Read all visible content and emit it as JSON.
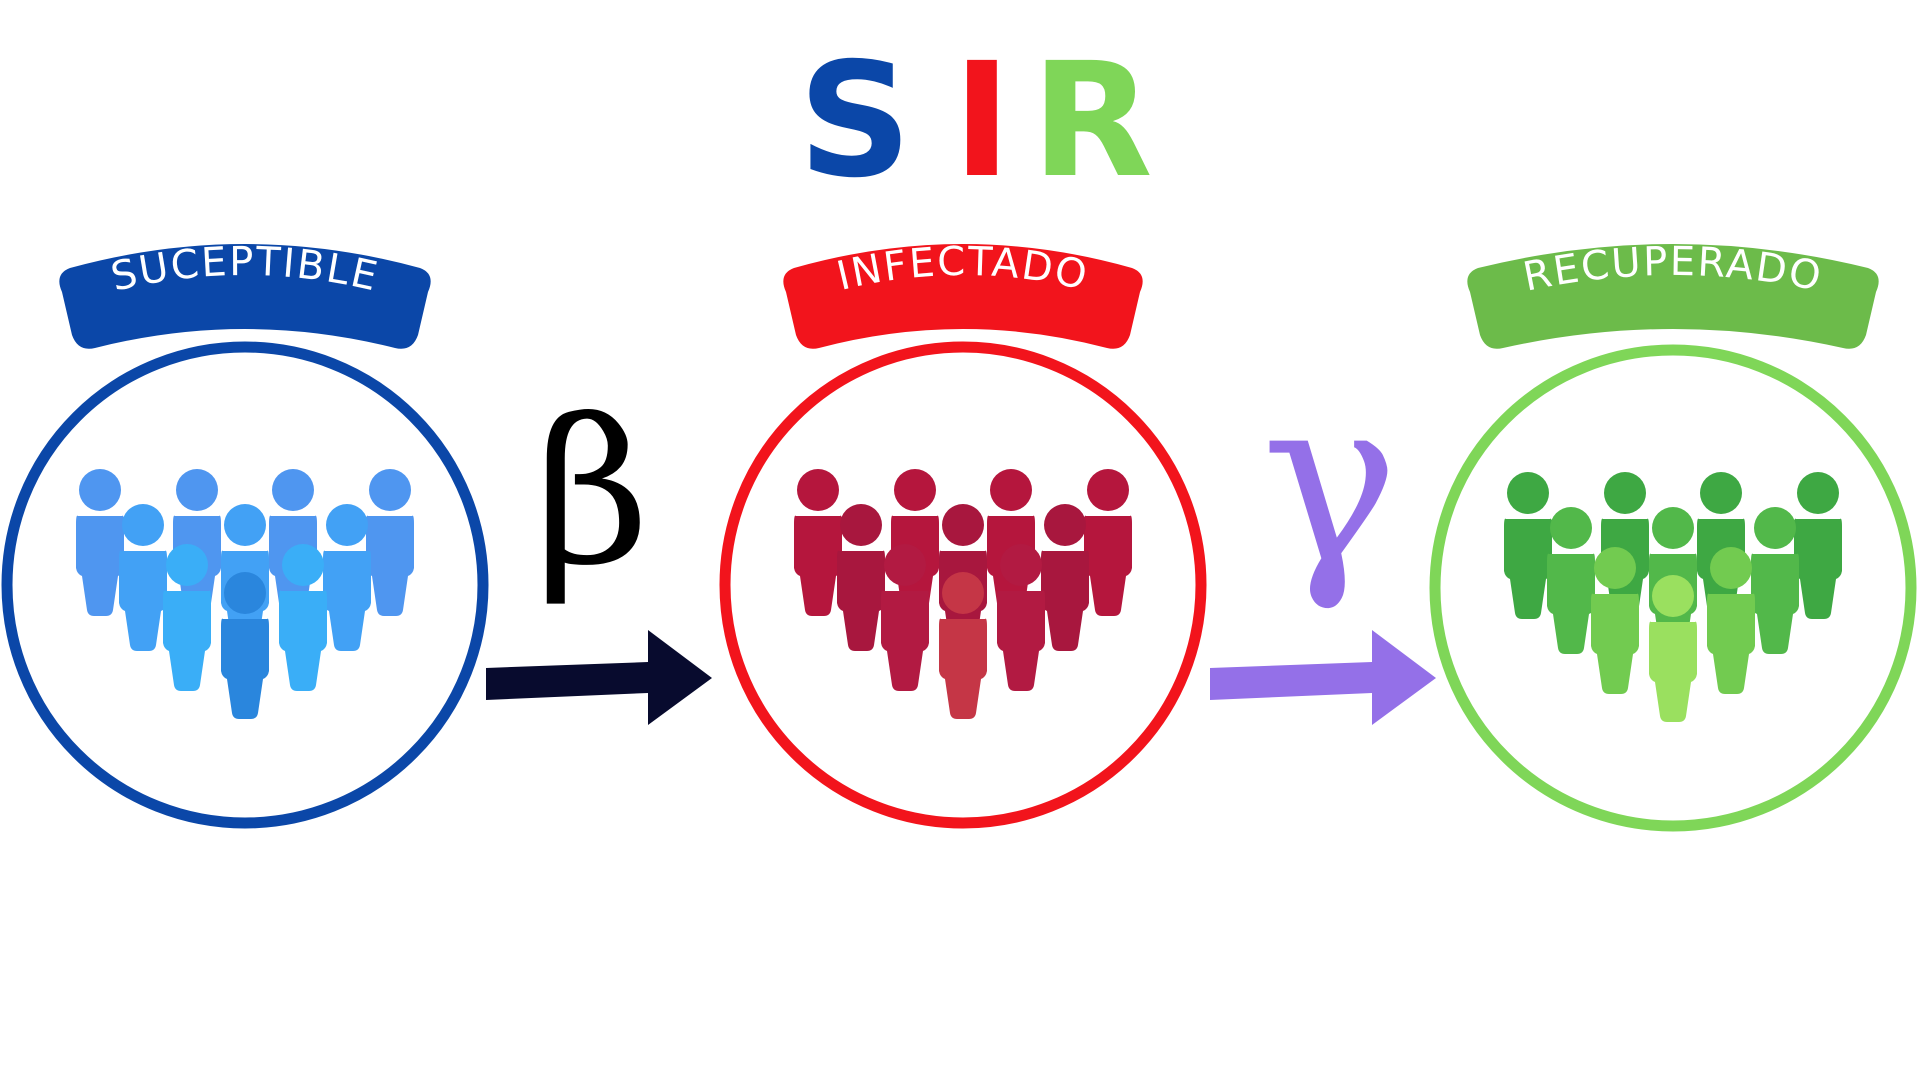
{
  "title": {
    "letters": [
      {
        "char": "S",
        "color": "#0b47a8"
      },
      {
        "char": "I",
        "color": "#f2141c"
      },
      {
        "char": "R",
        "color": "#7fd658"
      }
    ]
  },
  "compartments": [
    {
      "label": "SUCEPTIBLE",
      "badge_color": "#0b47a8",
      "ring_color": "#0b47a8",
      "people_colors": [
        "#4f96f0",
        "#42a1f5",
        "#3aaef7",
        "#2a86dd"
      ]
    },
    {
      "label": "INFECTADO",
      "badge_color": "#f2141c",
      "ring_color": "#f2141c",
      "people_colors": [
        "#b5163d",
        "#a8173e",
        "#b21a42",
        "#c53646"
      ]
    },
    {
      "label": "RECUPERADO",
      "badge_color": "#6cbb4a",
      "ring_color": "#7fd658",
      "people_colors": [
        "#3ea843",
        "#52b84a",
        "#72cb50",
        "#9ae05f"
      ]
    }
  ],
  "transitions": [
    {
      "symbol": "β",
      "color": "#000000",
      "arrow_color": "#080b2e"
    },
    {
      "symbol": "γ",
      "color": "#9470e8",
      "arrow_color": "#9470e8"
    }
  ]
}
